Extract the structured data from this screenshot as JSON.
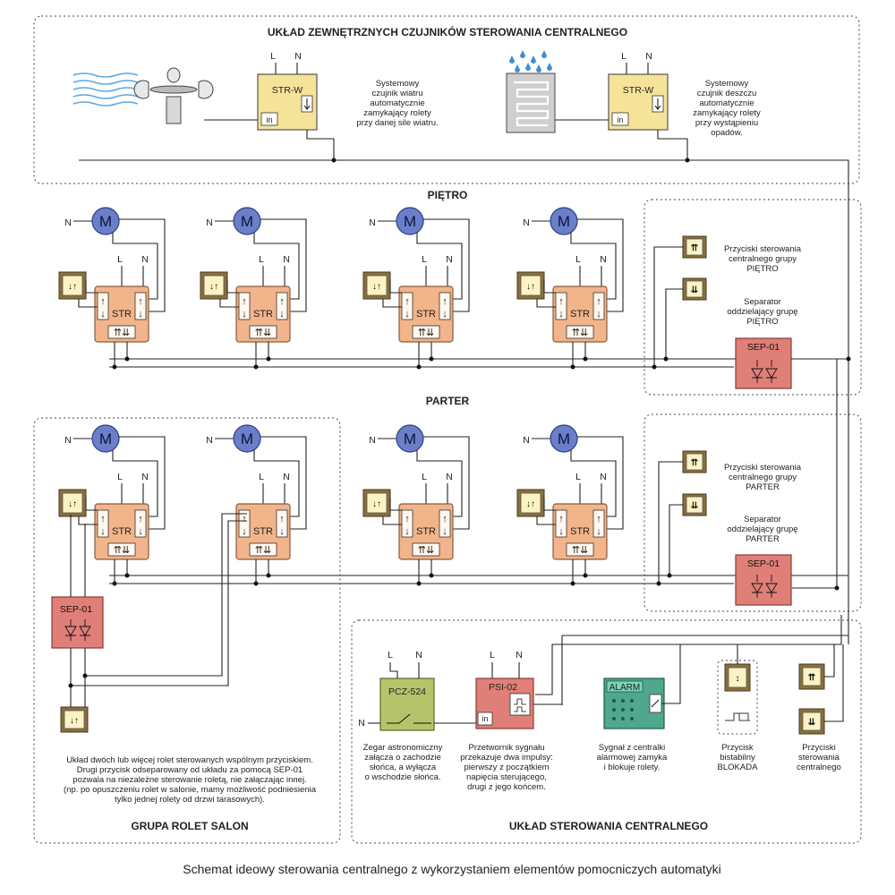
{
  "sensors": {
    "title": "UKŁAD ZEWNĘTRZNYCH CZUJNIKÓW STEROWANIA CENTRALNEGO",
    "wind_module": {
      "label": "STR-W",
      "in_label": "in",
      "L": "L",
      "N": "N"
    },
    "wind_desc": [
      "Systemowy",
      "czujnik wiatru",
      "automatycznie",
      "zamykający rolety",
      "przy danej sile wiatru."
    ],
    "rain_module": {
      "label": "STR-W",
      "in_label": "in",
      "L": "L",
      "N": "N"
    },
    "rain_desc": [
      "Systemowy",
      "czujnik deszczu",
      "automatycznie",
      "zamykający rolety",
      "przy wystąpieniu",
      "opadów."
    ]
  },
  "floor": {
    "title": "PIĘTRO",
    "motor_label": "M",
    "controller_label": "STR",
    "N": "N",
    "L": "L",
    "group_buttons_desc": [
      "Przyciski sterowania",
      "centralnego grupy",
      "PIĘTRO"
    ],
    "separator_desc": [
      "Separator",
      "oddzielający grupę",
      "PIĘTRO"
    ],
    "separator_label": "SEP-01"
  },
  "ground": {
    "title": "PARTER",
    "motor_label": "M",
    "controller_label": "STR",
    "N": "N",
    "L": "L",
    "group_buttons_desc": [
      "Przyciski sterowania",
      "centralnego grupy",
      "PARTER"
    ],
    "separator_desc": [
      "Separator",
      "oddzielający grupę",
      "PARTER"
    ],
    "separator_label": "SEP-01"
  },
  "salon": {
    "title": "GRUPA ROLET SALON",
    "separator_label": "SEP-01",
    "desc": [
      "Układ dwóch lub więcej rolet sterowanych wspólnym przyciskiem.",
      "Drugi przycisk odseparowany od układu za pomocą SEP-01",
      "pozwala na niezależne sterowanie roletą, nie załączając innej.",
      "(np. po opuszczeniu rolet w salonie, mamy możliwość podniesienia",
      "tylko jednej rolety od drzwi tarasowych)."
    ]
  },
  "central": {
    "title": "UKŁAD STEROWANIA CENTRALNEGO",
    "clock_label": "PCZ-524",
    "clock_L": "L",
    "clock_N": "N",
    "clock_in_N": "N",
    "clock_desc": [
      "Zegar astronomiczny",
      "załącza o zachodzie",
      "słońca, a wyłącza",
      "o wschodzie słońca."
    ],
    "psi_label": "PSI-02",
    "psi_L": "L",
    "psi_N": "N",
    "psi_in": "in",
    "psi_desc": [
      "Przetwornik sygnału",
      "przekazuje dwa impulsy:",
      "pierwszy z początkiem",
      "napięcia sterującego,",
      "drugi z jego końcem."
    ],
    "alarm_label": "ALARM",
    "alarm_desc": [
      "Sygnał z centralki",
      "alarmowej zamyka",
      "i blokuje rolety."
    ],
    "lock_desc": [
      "Przycisk",
      "bistabilny",
      "BLOKADA"
    ],
    "buttons_desc": [
      "Przyciski",
      "sterowania",
      "centralnego"
    ]
  },
  "caption": "Schemat ideowy sterowania centralnego z wykorzystaniem elementów pomocniczych automatyki",
  "colors": {
    "motor": "#6b7fc8",
    "controller": "#f2b48a",
    "separator": "#e07f78",
    "clock": "#b5c46a",
    "alarm": "#4fa88e",
    "button_face": "#fbf3c4",
    "wind_lines": "#5aa8e6",
    "rain_drops": "#3d8fd6"
  }
}
